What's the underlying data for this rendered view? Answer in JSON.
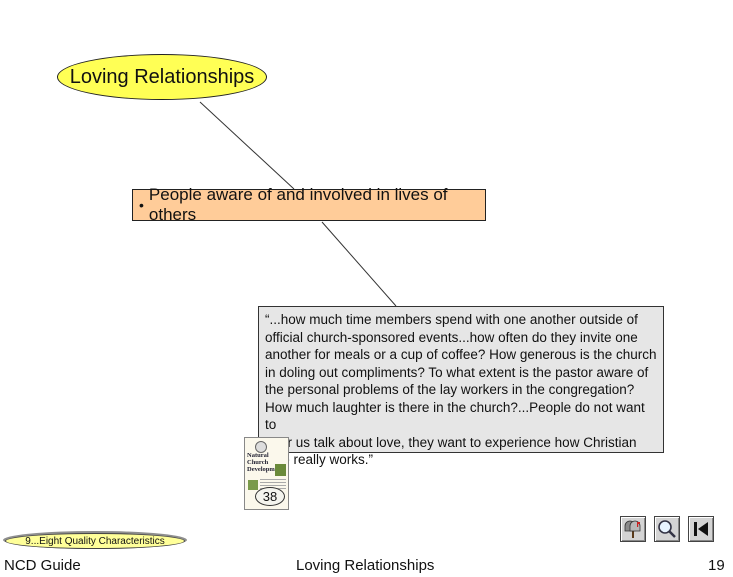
{
  "title": "Loving Relationships",
  "point": "People aware of and involved in lives of others",
  "quote_lines": [
    "“...how much time members spend with one another outside of",
    "official church-sponsored events...how often do they invite one",
    "another for meals or a cup of coffee?  How generous is the church",
    "in doling out compliments?  To what extent is the pastor aware of",
    "the personal problems of the lay workers in the congregation?",
    "How much laughter is there in the church?...People do not want to",
    "hear us talk about love, they want to experience how Christian",
    "love really works.”"
  ],
  "book": {
    "title_lines": [
      "Natural",
      "Church",
      "Development"
    ],
    "page": "38"
  },
  "nav_pill": "9...Eight Quality Characteristics",
  "nav_icons": [
    "mailbox-icon",
    "magnifier-icon",
    "skip-to-start-icon"
  ],
  "footer": {
    "left": "NCD Guide",
    "center": "Loving Relationships",
    "right": "19"
  },
  "colors": {
    "title_fill": "#ffff55",
    "point_fill": "#ffcc99",
    "quote_fill": "#e6e6e6",
    "nav_pill_fill": "#ffff99"
  }
}
